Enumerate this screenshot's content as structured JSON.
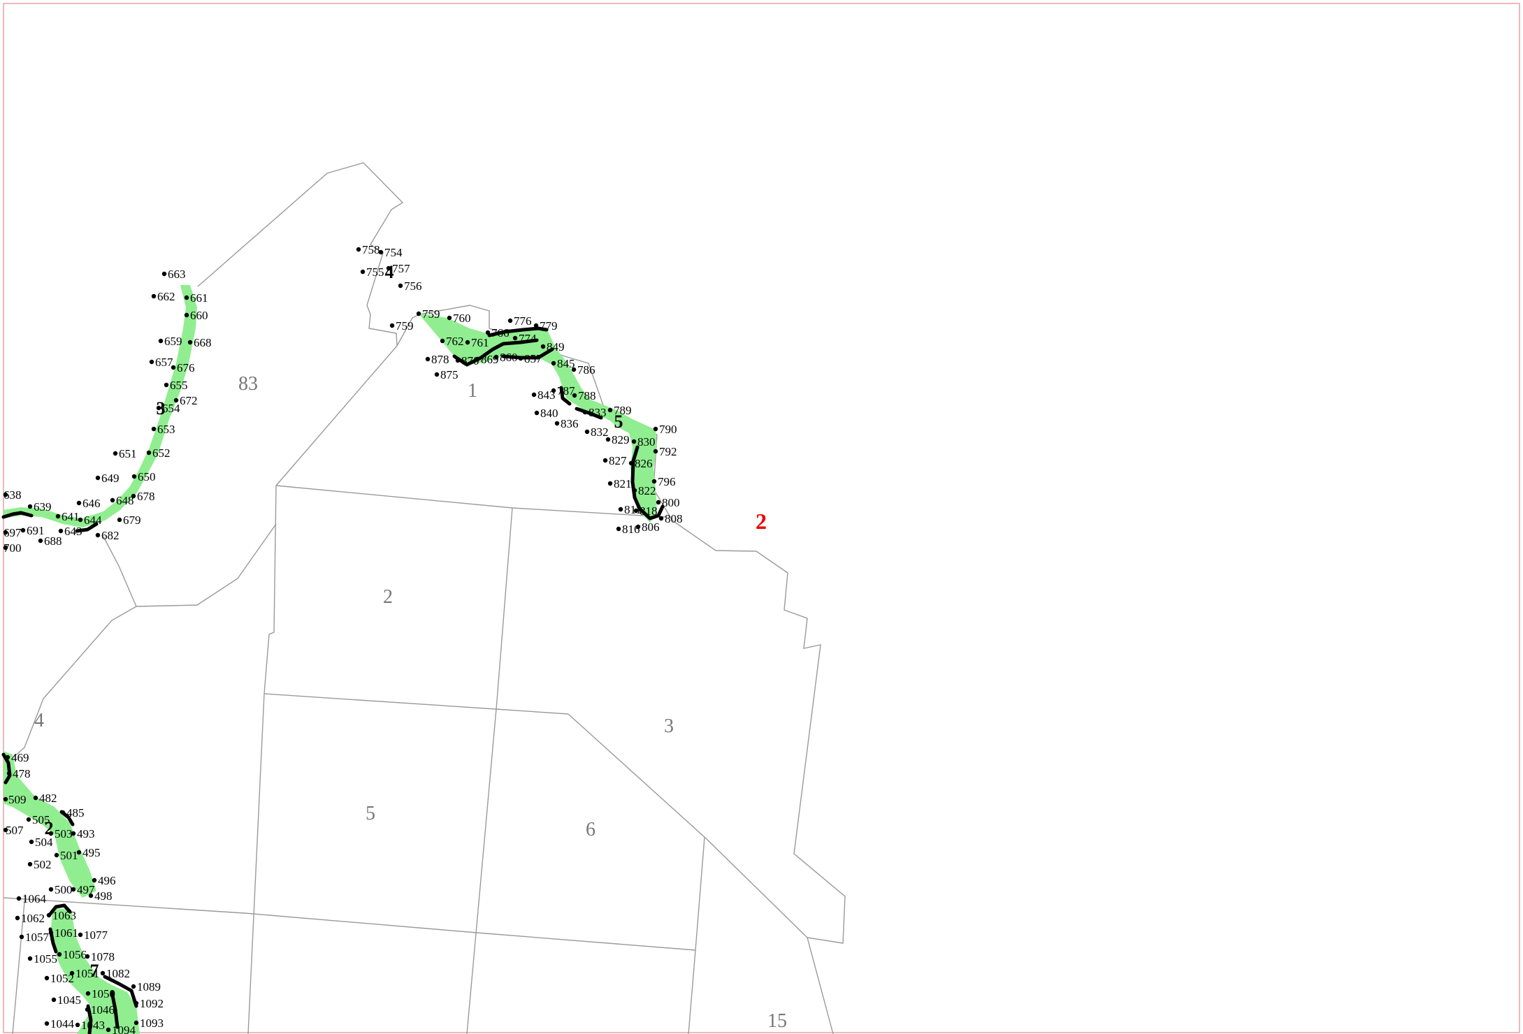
{
  "map": {
    "title_label": "2",
    "colors": {
      "frame": "#e8a0a8",
      "corridor_fill": "#90ee90",
      "parcel_line": "#9a9a9a",
      "title": "#ee0000",
      "points": "#000000"
    },
    "parcels": [
      "83",
      "1",
      "2",
      "3",
      "4",
      "5",
      "6",
      "15"
    ],
    "stations": [
      "3",
      "4",
      "5",
      "2",
      "7"
    ],
    "point_labels": {
      "segment_3": [
        "663",
        "662",
        "661",
        "660",
        "659",
        "668",
        "657",
        "676",
        "655",
        "672",
        "654",
        "653",
        "651",
        "652",
        "649",
        "650",
        "678",
        "646",
        "648",
        "638",
        "639",
        "641",
        "644",
        "643",
        "697",
        "691",
        "688",
        "679",
        "682",
        "700"
      ],
      "segment_4": [
        "758",
        "754",
        "755",
        "757",
        "756",
        "759",
        "759",
        "760",
        "762",
        "761",
        "766",
        "776",
        "779",
        "774",
        "849",
        "878",
        "875",
        "870",
        "869",
        "860",
        "857",
        "845",
        "786",
        "843",
        "787",
        "788",
        "840",
        "836",
        "833",
        "789",
        "832",
        "829",
        "830",
        "790",
        "827",
        "826",
        "792",
        "821",
        "822",
        "796",
        "811",
        "818",
        "800",
        "808",
        "816",
        "806"
      ],
      "segment_2": [
        "469",
        "478",
        "509",
        "482",
        "485",
        "507",
        "505",
        "503",
        "493",
        "504",
        "501",
        "495",
        "502",
        "500",
        "497",
        "496",
        "498"
      ],
      "segment_7": [
        "1064",
        "1063",
        "1062",
        "1061",
        "1077",
        "1057",
        "1056",
        "1078",
        "1055",
        "1052",
        "1051",
        "1082",
        "1089",
        "1050",
        "1045",
        "1046",
        "1092",
        "1044",
        "1043",
        "1093",
        "1094"
      ]
    }
  }
}
